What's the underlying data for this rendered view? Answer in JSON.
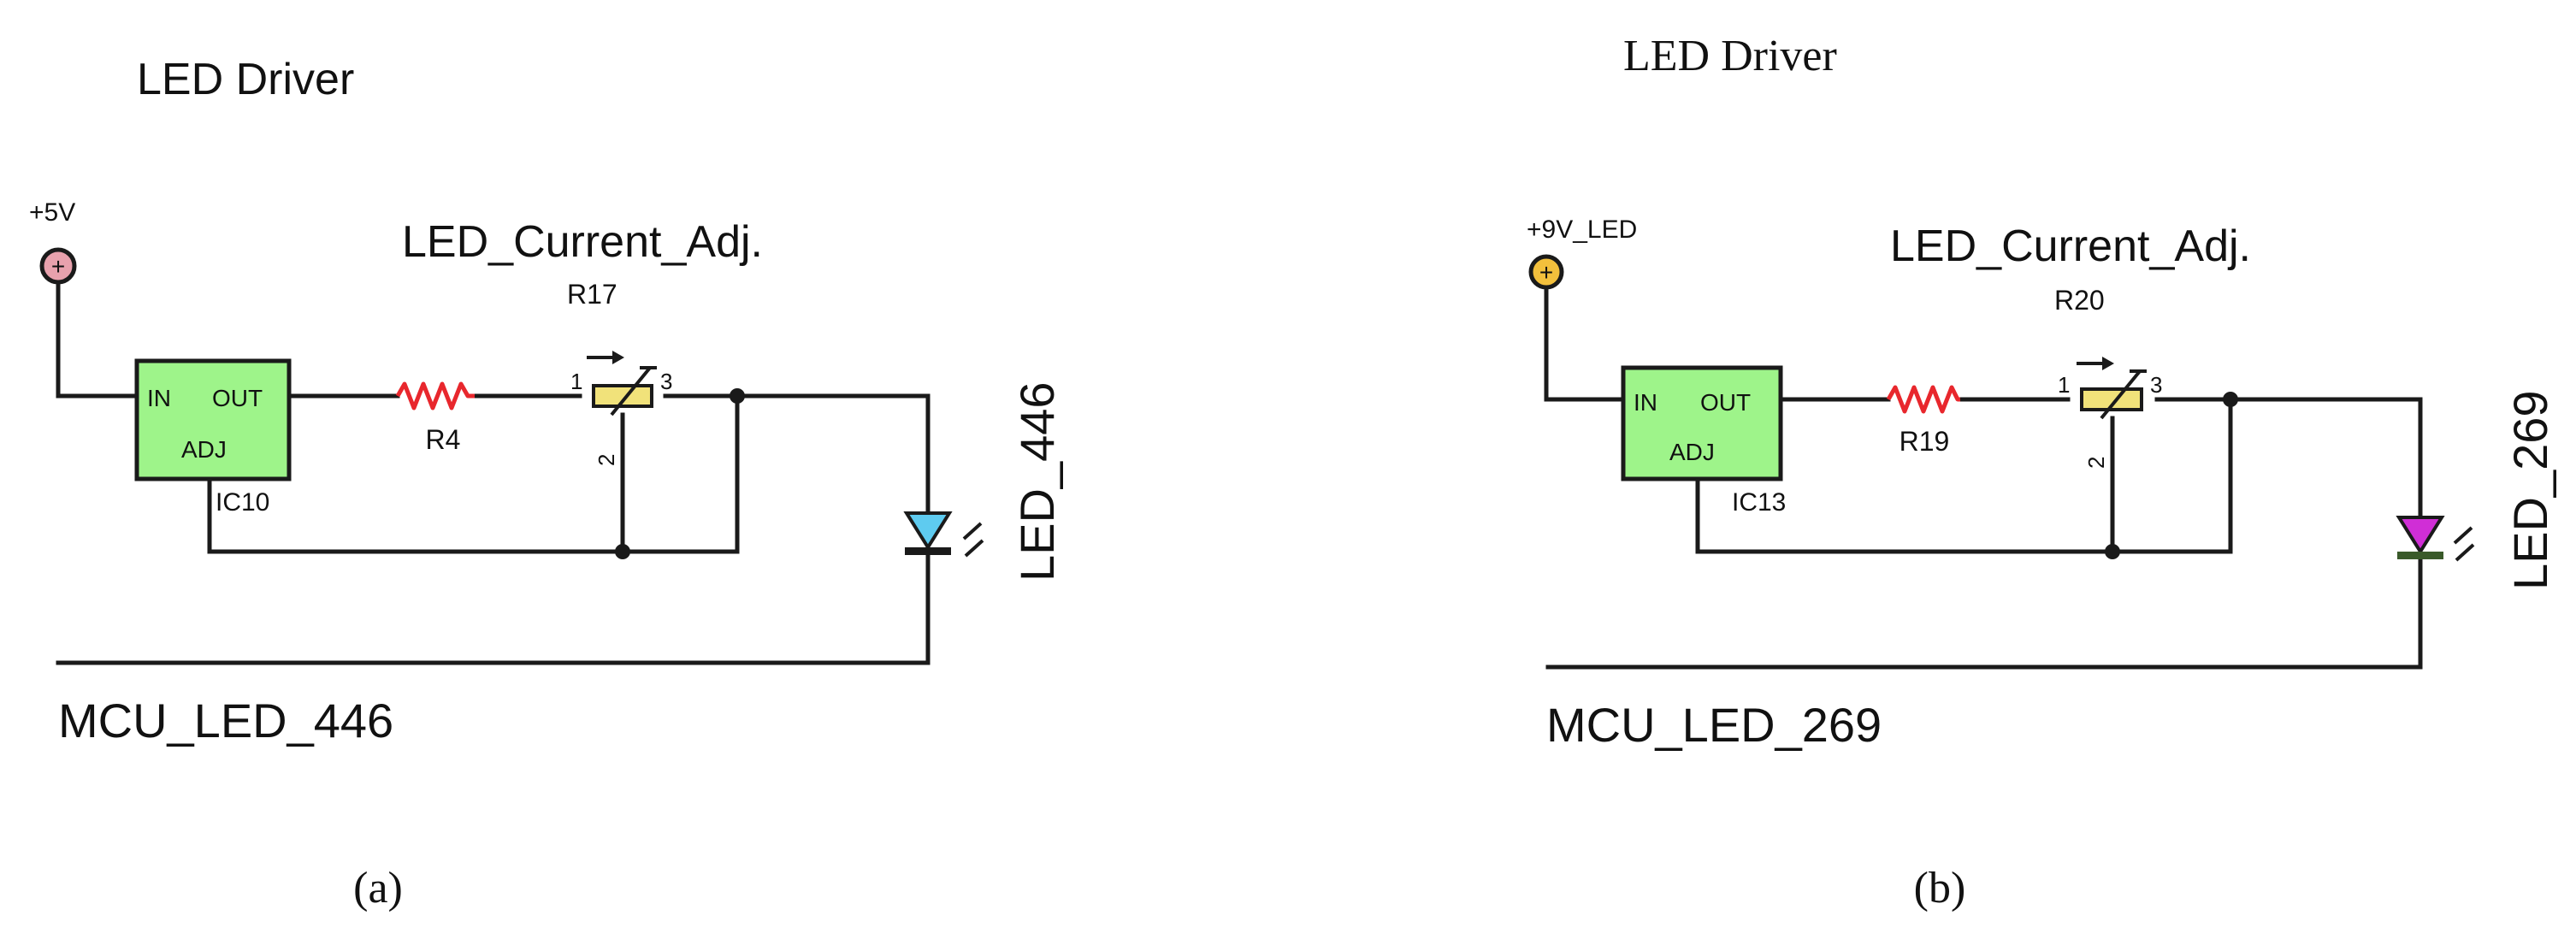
{
  "panels": [
    {
      "title": "LED Driver",
      "supply": "+5V",
      "supply_color": "#e8a1ad",
      "supply_glyph": "+",
      "ic": {
        "designator": "IC10",
        "in_label": "IN",
        "out_label": "OUT",
        "adj_label": "ADJ"
      },
      "resistor": "R4",
      "pot": {
        "label": "LED_Current_Adj.",
        "designator": "R17",
        "pin1": "1",
        "pin2": "2",
        "pin3": "3"
      },
      "led": {
        "label": "LED_446",
        "color": "#5ecbf0"
      },
      "net": "MCU_LED_446",
      "caption": "(a)"
    },
    {
      "title": "LED Driver",
      "supply": "+9V_LED",
      "supply_color": "#f3c03c",
      "supply_glyph": "+",
      "ic": {
        "designator": "IC13",
        "in_label": "IN",
        "out_label": "OUT",
        "adj_label": "ADJ"
      },
      "resistor": "R19",
      "pot": {
        "label": "LED_Current_Adj.",
        "designator": "R20",
        "pin1": "1",
        "pin2": "2",
        "pin3": "3"
      },
      "led": {
        "label": "LED_269",
        "color": "#d02ed6"
      },
      "net": "MCU_LED_269",
      "caption": "(b)"
    }
  ],
  "colors": {
    "ic_fill": "#9ef48a",
    "pot_fill": "#f1e27a",
    "resistor": "#e8272d",
    "wire": "#1a1a1a"
  }
}
